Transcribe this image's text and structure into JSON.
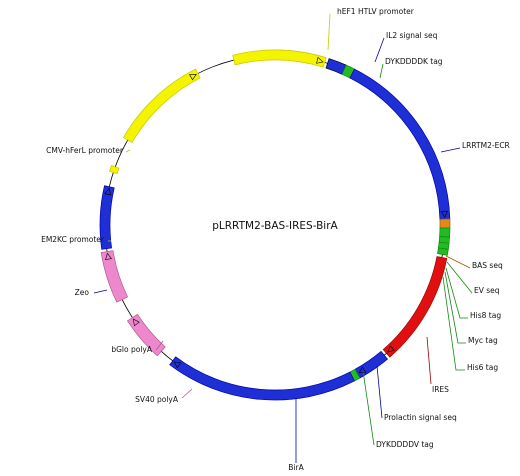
{
  "plasmid": {
    "name": "pLRRTM2-BAS-IRES-BirA",
    "backbone_color": "#000000"
  },
  "features": [
    {
      "id": "hef1-htlv-promoter",
      "label": "hEF1 HTLV promoter",
      "color": "#f4f400",
      "stroke": "#c8c800",
      "arrow": "#000000"
    },
    {
      "id": "il2-signal-seq",
      "label": "IL2 signal seq",
      "color": "#1f2fd6",
      "stroke": "#000000",
      "arrow": "#000000"
    },
    {
      "id": "dykddddk-tag",
      "label": "DYKDDDDK tag",
      "color": "#22bb22",
      "stroke": "#118811",
      "arrow": "#000000"
    },
    {
      "id": "lrrtm2-ecr",
      "label": "LRRTM2-ECR",
      "color": "#1f2fd6",
      "stroke": "#0000aa",
      "arrow": "#000000"
    },
    {
      "id": "bas-seq",
      "label": "BAS seq",
      "color": "#e08a1a",
      "stroke": "#a05a00",
      "arrow": "#000000"
    },
    {
      "id": "ev-seq",
      "label": "EV seq",
      "color": "#22bb22",
      "stroke": "#118811",
      "arrow": "#000000"
    },
    {
      "id": "his8-tag",
      "label": "His8 tag",
      "color": "#22bb22",
      "stroke": "#118811",
      "arrow": "#000000"
    },
    {
      "id": "myc-tag",
      "label": "Myc tag",
      "color": "#22bb22",
      "stroke": "#118811",
      "arrow": "#000000"
    },
    {
      "id": "his6-tag",
      "label": "His6 tag",
      "color": "#22bb22",
      "stroke": "#118811",
      "arrow": "#000000"
    },
    {
      "id": "ires",
      "label": "IRES",
      "color": "#e01010",
      "stroke": "#a00000",
      "arrow": "#000000"
    },
    {
      "id": "prolactin-signal-seq",
      "label": "Prolactin signal seq",
      "color": "#1f2fd6",
      "stroke": "#0000aa",
      "arrow": "#000000"
    },
    {
      "id": "dykddddv-tag",
      "label": "DYKDDDDV tag",
      "color": "#22bb22",
      "stroke": "#118811",
      "arrow": "#000000"
    },
    {
      "id": "bira",
      "label": "BirA",
      "color": "#1f2fd6",
      "stroke": "#0000aa",
      "arrow": "#000000"
    },
    {
      "id": "sv40-polya",
      "label": "SV40 polyA",
      "color": "#ee88cc",
      "stroke": "#b05a90",
      "arrow": "#000000"
    },
    {
      "id": "bglo-polya",
      "label": "bGlo polyA",
      "color": "#ee88cc",
      "stroke": "#b05a90",
      "arrow": "#000000"
    },
    {
      "id": "zeo",
      "label": "Zeo",
      "color": "#1f2fd6",
      "stroke": "#0000aa",
      "arrow": "#000000"
    },
    {
      "id": "em2kc-promoter",
      "label": "EM2KC promoter",
      "color": "#f4f400",
      "stroke": "#c8c800",
      "arrow": "#000000"
    },
    {
      "id": "cmv-hferl-promoter",
      "label": "CMV-hFerL promoter",
      "color": "#f4f400",
      "stroke": "#c8c800",
      "arrow": "#000000"
    }
  ]
}
